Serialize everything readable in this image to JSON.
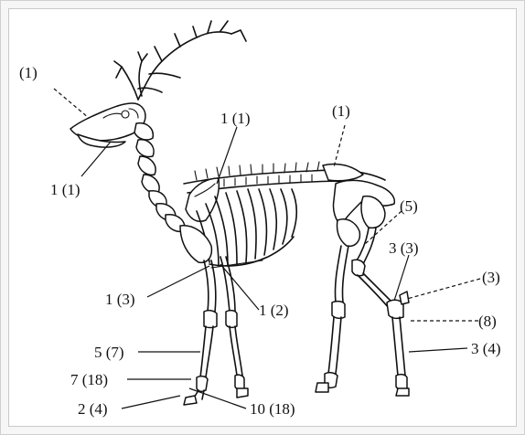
{
  "figure": {
    "labels": {
      "skull_count": "(1)",
      "mandible_count": "1 (1)",
      "scapula_count": "1 (1)",
      "sacrum_count": "(1)",
      "pelvis_count": "(5)",
      "tibia_count": "3 (3)",
      "tarsal_count": "(3)",
      "hind_small_count": "(8)",
      "hind_metatarsal_count": "3 (4)",
      "humerus_count": "1 (3)",
      "radius_count": "1 (2)",
      "carpal_count": "5 (7)",
      "phalanx_count": "7 (18)",
      "hoof_count": "2 (4)",
      "sesamoid_count": "10 (18)"
    }
  }
}
